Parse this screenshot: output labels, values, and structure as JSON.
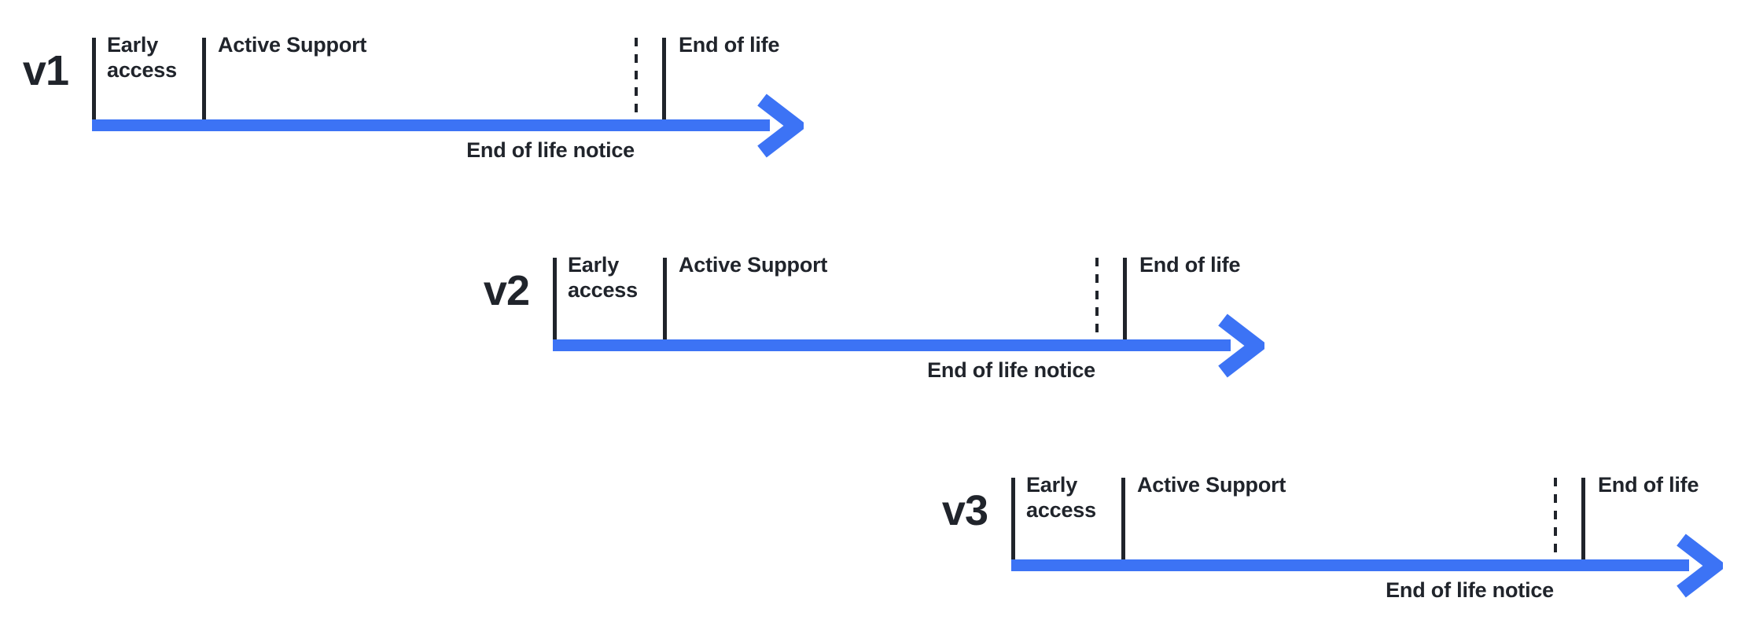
{
  "colors": {
    "arrow": "#3c73f5",
    "ink": "#20242b"
  },
  "timelines": [
    {
      "version": "v1",
      "early_access_label": "Early access",
      "active_support_label": "Active Support",
      "end_of_life_label": "End of life",
      "end_of_life_notice_label": "End of life notice"
    },
    {
      "version": "v2",
      "early_access_label": "Early access",
      "active_support_label": "Active Support",
      "end_of_life_label": "End of life",
      "end_of_life_notice_label": "End of life notice"
    },
    {
      "version": "v3",
      "early_access_label": "Early access",
      "active_support_label": "Active Support",
      "end_of_life_label": "End of life",
      "end_of_life_notice_label": "End of life notice"
    }
  ]
}
